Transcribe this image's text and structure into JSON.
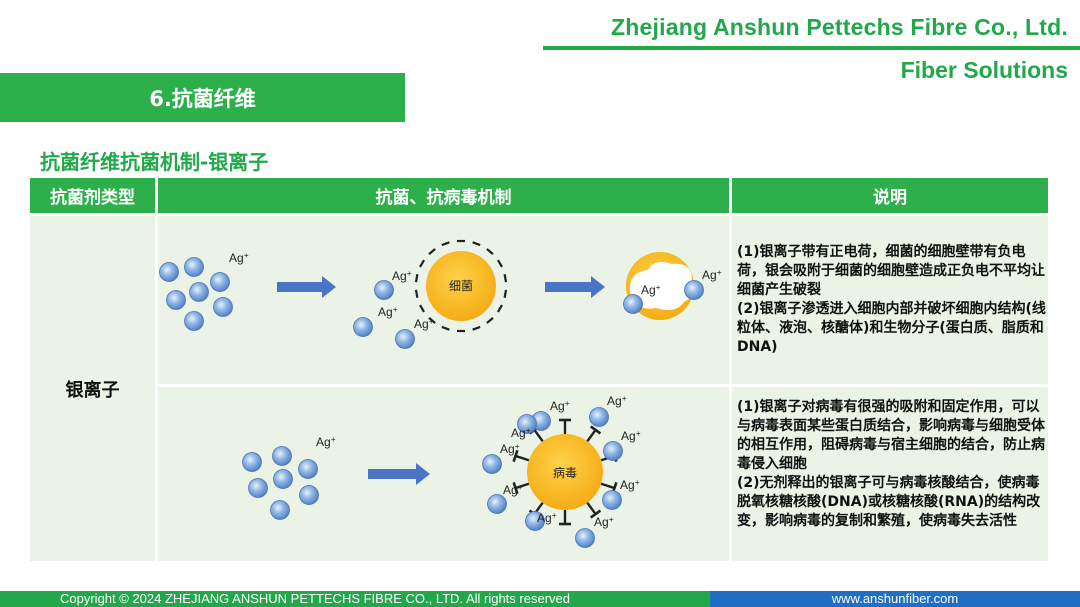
{
  "header": {
    "company": "Zhejiang Anshun Pettechs Fibre Co., Ltd.",
    "tagline": "Fiber Solutions"
  },
  "section": {
    "title": "6.抗菌纤维"
  },
  "slide": {
    "title": "抗菌纤维抗菌机制-银离子"
  },
  "table": {
    "headers": [
      "抗菌剂类型",
      "抗菌、抗病毒机制",
      "说明"
    ],
    "row_label": "银离子",
    "rows": [
      {
        "description": "(1)银离子带有正电荷，细菌的细胞壁带有负电荷，银会吸附于细菌的细胞壁造成正负电不平均让细菌产生破裂\n(2)银离子渗透进入细胞内部并破坏细胞内结构(线粒体、液泡、核醣体)和生物分子(蛋白质、脂质和DNA)"
      },
      {
        "description": "(1)银离子对病毒有很强的吸附和固定作用，可以与病毒表面某些蛋白质结合，影响病毒与细胞受体的相互作用，阻碍病毒与宿主细胞的结合，防止病毒侵入细胞\n(2)无剂释出的银离子可与病毒核酸结合，使病毒脱氧核糖核酸(DNA)或核糖核酸(RNA)的结构改变，影响病毒的复制和繁殖，使病毒失去活性"
      }
    ]
  },
  "diagram": {
    "ion_label": "Ag",
    "ion_charge": "+",
    "bacteria_label": "细菌",
    "virus_label": "病毒",
    "colors": {
      "ion": "#6f9ed8",
      "target": "#f7b50f",
      "arrow": "#4a74c4",
      "accent": "#22a84a"
    }
  },
  "footer": {
    "copyright": "Copyright © 2024 ZHEJIANG ANSHUN PETTECHS FIBRE CO., LTD. All rights reserved",
    "website": "www.anshunfiber.com"
  }
}
